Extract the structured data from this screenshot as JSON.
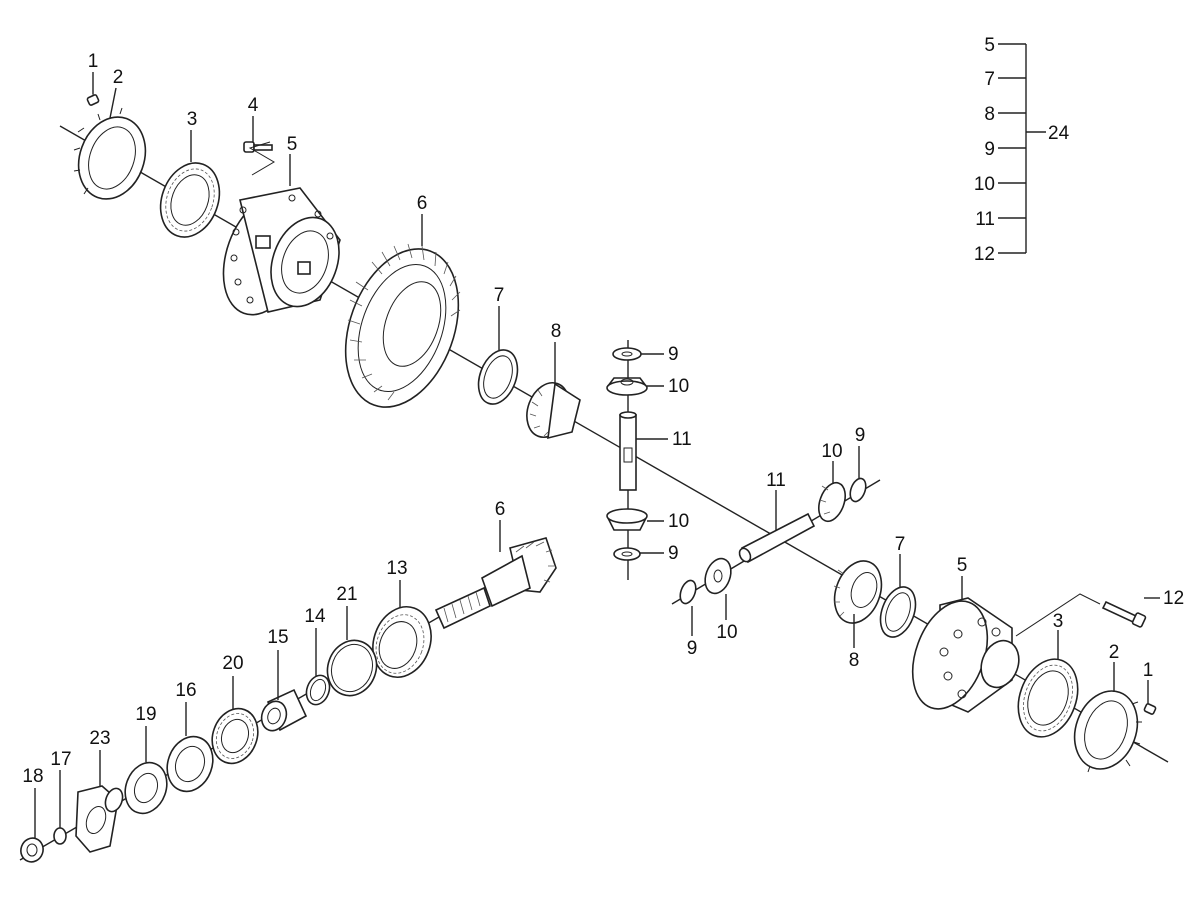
{
  "diagram": {
    "callouts": {
      "c1a": "1",
      "c2a": "2",
      "c3a": "3",
      "c4": "4",
      "c5a": "5",
      "c6a": "6",
      "c7a": "7",
      "c8a": "8",
      "c9a": "9",
      "c10a": "10",
      "c11a": "11",
      "c10b": "10",
      "c9b": "9",
      "c11b": "11",
      "c10c": "10",
      "c9c": "9",
      "c9d": "9",
      "c10d": "10",
      "c8b": "8",
      "c7b": "7",
      "c5b": "5",
      "c12": "12",
      "c3b": "3",
      "c2b": "2",
      "c1b": "1",
      "c6b": "6",
      "c13": "13",
      "c21": "21",
      "c14": "14",
      "c15": "15",
      "c20": "20",
      "c16": "16",
      "c19": "19",
      "c23": "23",
      "c17": "17",
      "c18": "18"
    },
    "kit": {
      "items": [
        "5",
        "7",
        "8",
        "9",
        "10",
        "11",
        "12"
      ],
      "kit_number": "24"
    }
  }
}
